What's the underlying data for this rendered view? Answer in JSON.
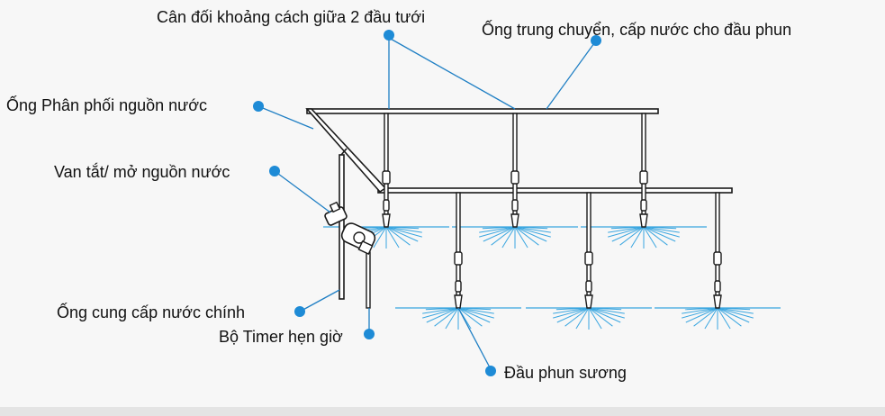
{
  "labels": {
    "nozzle_spacing": "Cân đối khoảng cách giữa 2 đầu tưới",
    "transfer_pipe": "Ống trung chuyển, cấp nước cho đầu phun",
    "distribution_pipe": "Ống Phân phối nguồn nước",
    "shutoff_valve": "Van tắt/ mở nguồn nước",
    "main_supply_pipe": "Ống cung cấp nước chính",
    "timer": "Bộ Timer hẹn giờ",
    "mist_nozzle": "Đầu phun sương"
  },
  "colors": {
    "callout_dot": "#1e8bd6",
    "callout_line": "#1f7fc4",
    "pipe": "#1a1a1a",
    "spray": "#3aa6e0"
  }
}
